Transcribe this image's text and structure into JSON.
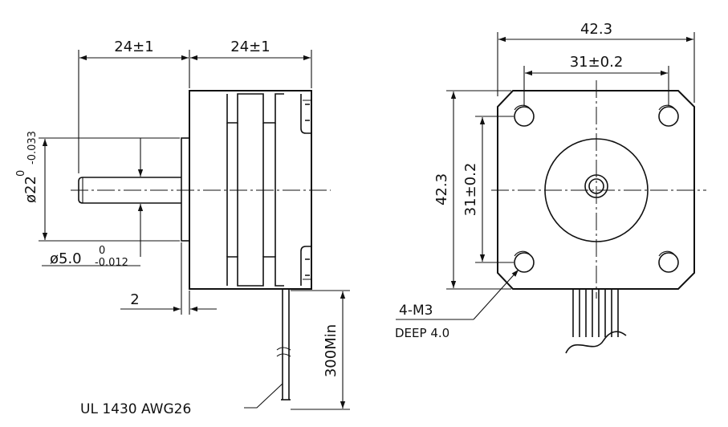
{
  "side_view": {
    "shaft_length": "24±1",
    "body_length": "24±1",
    "boss_dia_main": "ø22",
    "boss_dia_tol_upper": "0",
    "boss_dia_tol_lower": "-0.033",
    "shaft_dia_main": "ø5.0",
    "shaft_dia_tol_upper": "0",
    "shaft_dia_tol_lower": "-0.012",
    "boss_height": "2",
    "lead_length": "300Min",
    "lead_wire": "UL 1430 AWG26"
  },
  "front_view": {
    "width": "42.3",
    "hole_spacing_x": "31±0.2",
    "height": "42.3",
    "hole_spacing_y": "31±0.2",
    "thread": "4-M3",
    "thread_depth": "DEEP 4.0"
  }
}
